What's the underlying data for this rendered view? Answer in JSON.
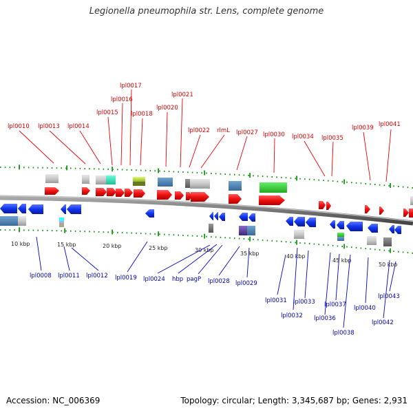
{
  "title": "Legionella pneumophila str. Lens, complete genome",
  "accession_text": "Accession: NC_006369",
  "summary_text": "Topology: circular; Length: 3,345,687 bp; Genes: 2,931",
  "colors": {
    "forward_label": "#dd0000",
    "reverse_label": "#0000bb",
    "forward_gene": "#ee1111",
    "reverse_gene": "#1133ee",
    "backbone": "#777777",
    "ticks": "#119911"
  },
  "scale_labels": [
    "10 kbp",
    "15 kbp",
    "20 kbp",
    "25 kbp",
    "30 kbp",
    "35 kbp",
    "40 kbp",
    "45 kbp",
    "50 kbp"
  ],
  "forward_labels": [
    "lpl0010",
    "lpl0013",
    "lpl0014",
    "lpl0015",
    "lpl0016",
    "lpl0017",
    "lpl0018",
    "lpl0020",
    "lpl0021",
    "lpl0022",
    "rlmL",
    "lpl0027",
    "lpl0030",
    "lpl0034",
    "lpl0035",
    "lpl0039",
    "lpl0041"
  ],
  "reverse_labels": [
    "lpl0008",
    "lpl0011",
    "lpl0012",
    "lpl0019",
    "lpl0024",
    "hbp",
    "pagP",
    "lpl0028",
    "lpl0029",
    "lpl0031",
    "lpl0032",
    "lpl0033",
    "lpl0036",
    "lpl0037",
    "lpl0038",
    "lpl0040",
    "lpl0042",
    "lpl0043"
  ]
}
